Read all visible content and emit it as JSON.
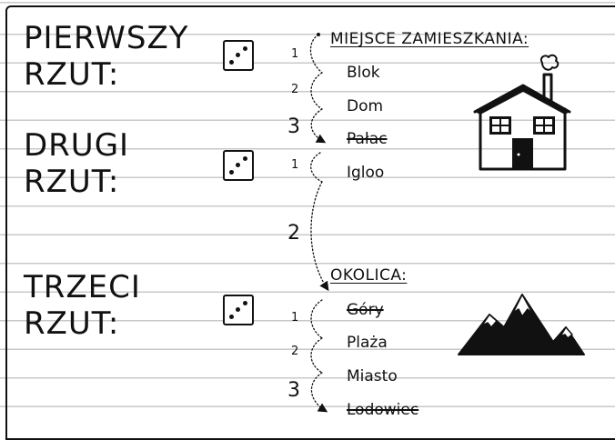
{
  "rolls": {
    "first_label": [
      "PIERWSZY",
      "RZUT:"
    ],
    "second_label": [
      "DRUGI",
      "RZUT:"
    ],
    "third_label": [
      "TRZECI",
      "RZUT:"
    ],
    "die_face": 3
  },
  "residence": {
    "heading": "MIEJSCE ZAMIESZKANIA:",
    "options": [
      "Blok",
      "Dom",
      "Pałac",
      "Igloo"
    ],
    "struck": [
      "Pałac"
    ],
    "counts": [
      "1",
      "2",
      "3",
      "1",
      "2"
    ]
  },
  "area": {
    "heading": "OKOLICA:",
    "options": [
      "Góry",
      "Plaża",
      "Miasto",
      "Lodowiec"
    ],
    "struck": [
      "Góry",
      "Lodowiec"
    ],
    "counts": [
      "1",
      "2",
      "3"
    ]
  },
  "icons": {
    "house": "house-icon",
    "mountains": "mountains-icon",
    "die": "die-icon"
  }
}
